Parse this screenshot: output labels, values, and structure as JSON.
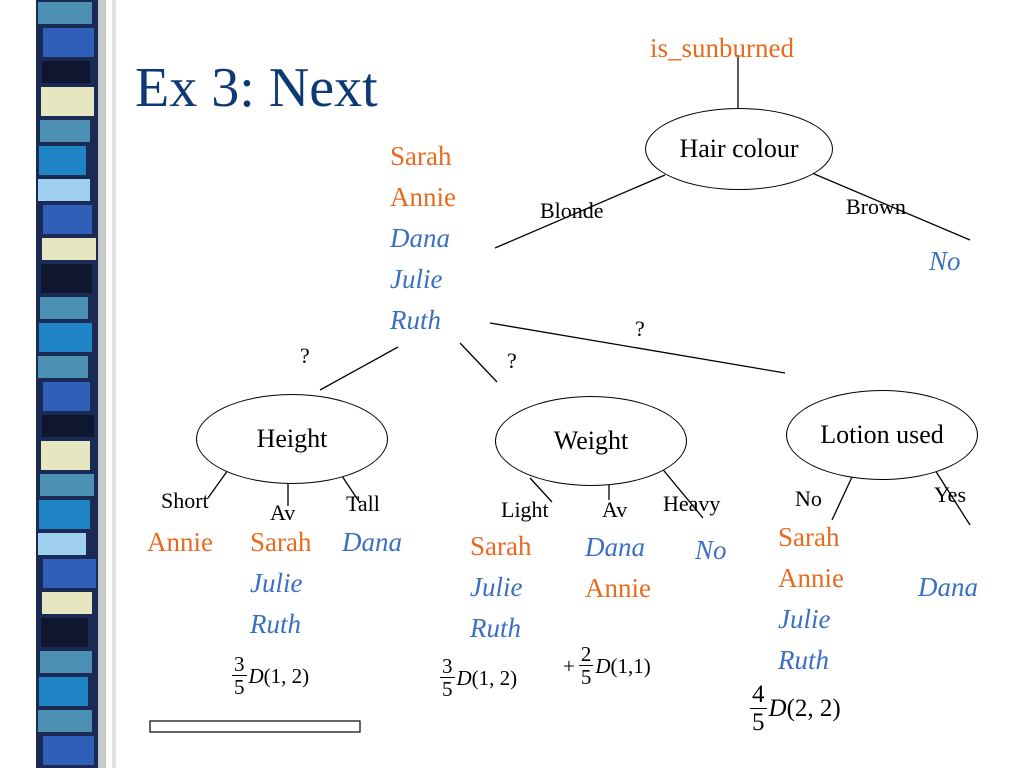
{
  "title": "Ex 3: Next",
  "root_label": "is_sunburned",
  "nodes": {
    "hair": "Hair colour",
    "height": "Height",
    "weight": "Weight",
    "lotion": "Lotion used"
  },
  "edges": {
    "blonde": "Blonde",
    "brown": "Brown",
    "q_height": "?",
    "q_weight": "?",
    "q_lotion": "?",
    "short": "Short",
    "av_h": "Av",
    "tall": "Tall",
    "light": "Light",
    "av_w": "Av",
    "heavy": "Heavy",
    "no": "No",
    "yes": "Yes"
  },
  "groups": {
    "blonde_orange": [
      "Sarah",
      "Annie"
    ],
    "blonde_blue": [
      "Dana",
      "Julie",
      "Ruth"
    ],
    "brown_leaf": "No",
    "short": "Annie",
    "av_h": [
      "Sarah",
      "Julie",
      "Ruth"
    ],
    "tall": "Dana",
    "light": [
      "Sarah",
      "Julie",
      "Ruth"
    ],
    "av_w_blue": "Dana",
    "av_w_orange": "Annie",
    "heavy": "No",
    "lotion_no_orange": [
      "Sarah",
      "Annie"
    ],
    "lotion_no_blue": [
      "Julie",
      "Ruth"
    ],
    "lotion_yes": "Dana"
  },
  "formulas": {
    "f1": {
      "num": "3",
      "den": "5",
      "fn": "D",
      "args": "(1, 2)"
    },
    "f2": {
      "num": "3",
      "den": "5",
      "fn": "D",
      "args": "(1, 2)"
    },
    "f3": {
      "plus": "+",
      "num": "2",
      "den": "5",
      "fn": "D",
      "args": "(1,1)"
    },
    "f4": {
      "num": "4",
      "den": "5",
      "fn": "D",
      "args": "(2, 2)"
    }
  },
  "colors": {
    "title": "#0d3a75",
    "positive": "#e86a1e",
    "negative": "#3a6fc4"
  }
}
